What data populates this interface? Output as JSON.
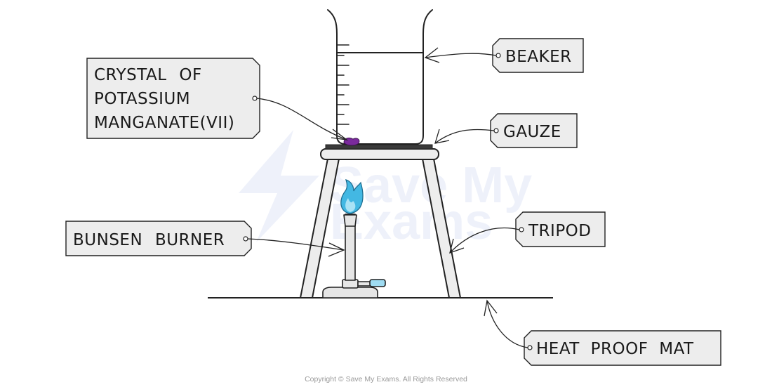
{
  "labels": {
    "beaker": "BEAKER",
    "gauze": "GAUZE",
    "tripod": "TRIPOD",
    "heat_proof_mat": "HEAT PROOF MAT",
    "bunsen_burner": "BUNSEN BURNER",
    "crystal_line1": "CRYSTAL OF",
    "crystal_line2": "POTASSIUM",
    "crystal_line3": "MANGANATE(VII)"
  },
  "watermark": {
    "line1": "Save My",
    "line2": "Exams"
  },
  "copyright": "Copyright © Save My Exams. All Rights Reserved",
  "colors": {
    "tag_fill": "#ededed",
    "stroke": "#222222",
    "crystal": "#7a2a9c",
    "flame_outer": "#43b8e3",
    "flame_inner": "#a9e2f5",
    "burner_body": "#e6e6e6",
    "burner_hose": "#9fdcf2",
    "watermark": "#eef1fa"
  }
}
